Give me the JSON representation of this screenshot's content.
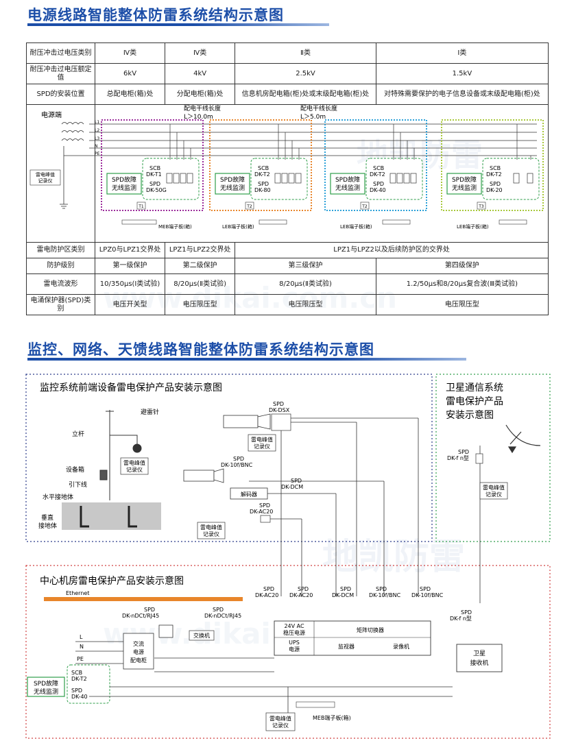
{
  "section1": {
    "title": "电源线路智能整体防雷系统结构示意图",
    "table": {
      "rows": [
        {
          "header": "耐压冲击过电压类别",
          "cells": [
            "Ⅳ类",
            "Ⅳ类",
            "Ⅱ类",
            "Ⅰ类"
          ]
        },
        {
          "header": "耐压冲击过电压额定值",
          "cells": [
            "6kV",
            "4kV",
            "2.5kV",
            "1.5kV"
          ]
        },
        {
          "header": "SPD的安装位置",
          "cells": [
            "总配电柜(箱)处",
            "分配电柜(箱)处",
            "信息机房配电箱(柜)处或末级配电箱(柜)处",
            "对特殊需要保护的电子信息设备或末级配电箱(柜)处"
          ]
        }
      ],
      "bottom_rows": [
        {
          "header": "雷电防护区类别",
          "cells": [
            "LPZ0与LPZ1交界处",
            "LPZ1与LPZ2交界处",
            "LPZ1与LPZ2以及后续防护区的交界处"
          ]
        },
        {
          "header": "防护级别",
          "cells": [
            "第一级保护",
            "第二级保护",
            "第三级保护",
            "第四级保护"
          ]
        },
        {
          "header": "雷电流波形",
          "cells": [
            "10/350μs(Ⅰ类试验)",
            "8/20μs(Ⅱ类试验)",
            "8/20μs(Ⅱ类试验)",
            "1.2/50μs和8/20μs复合波(Ⅲ类试验)"
          ]
        },
        {
          "header": "电涌保护器(SPD)类别",
          "cells": [
            "电压开关型",
            "电压限压型",
            "电压限压型",
            "电压限压型"
          ]
        }
      ]
    },
    "diagram": {
      "power_end": "电源端",
      "lines": [
        "L1",
        "L2",
        "L3",
        "N",
        "PE"
      ],
      "recorder": "雷电峰值记录仪",
      "length1": "配电干线长度 L＞10.0m",
      "length2": "配电干线长度 L＞5.0m",
      "monitor": "SPD故障无线监测",
      "scb": "SCB",
      "spd": "SPD",
      "panels": [
        {
          "scb_model": "DK-T1",
          "spd_model": "DK-50G",
          "tag": "T1",
          "board": "MEB端子板(箱)"
        },
        {
          "scb_model": "DK-T2",
          "spd_model": "DK-80",
          "tag": "T2",
          "board": "LEB端子板(箱)"
        },
        {
          "scb_model": "DK-T2",
          "spd_model": "DK-40",
          "tag": "T2",
          "board": "LEB端子板(箱)"
        },
        {
          "scb_model": "DK-T2",
          "spd_model": "DK-20",
          "tag": "T3",
          "board": "LEB端子板(箱)"
        }
      ]
    }
  },
  "section2": {
    "title": "监控、网络、天馈线路智能整体防雷系统结构示意图",
    "front": {
      "title": "监控系统前端设备雷电保护产品安装示意图",
      "lightning_rod": "避雷针",
      "pole": "立杆",
      "equipment_box": "设备箱",
      "down_lead": "引下线",
      "horizontal_ground": "水平接地体",
      "vertical_ground": "垂直接地体",
      "recorder": "雷电峰值记录仪",
      "spd_dsx": "SPD DK-DSX",
      "spd_bnc": "SPD DK-10f/BNC",
      "spd_dcm": "SPD DK-DCM",
      "spd_ac20": "SPD DK-AC20",
      "decoder": "解码器"
    },
    "satellite": {
      "title": "卫星通信系统雷电保护产品安装示意图",
      "spd": "SPD DK-f n型",
      "recorder": "雷电峰值记录仪"
    },
    "room": {
      "title": "中心机房雷电保护产品安装示意图",
      "ethernet": "Ethernet",
      "spd_rj45": "SPD DK-nDCt/RJ45",
      "switch": "交换机",
      "ac_cabinet": "交流电源配电柜",
      "lines": [
        "L",
        "N",
        "PE"
      ],
      "monitor": "SPD故障无线监测",
      "scb": "SCB DK-T2",
      "spd_dk40": "SPD DK-40",
      "top_spds": [
        "SPD DK-AC20",
        "SPD DK-AC20",
        "SPD DK-DCM",
        "SPD DK-10f/BNC",
        "SPD DK-10f/BNC"
      ],
      "regulator": "24V AC 稳压电源",
      "ups": "UPS 电源",
      "matrix": "矩阵切换器",
      "monitor_screen": "监视器",
      "recorder_dev": "录像机",
      "spd_fn": "SPD DK-f n型",
      "satellite_receiver": "卫星接收机",
      "meb": "MEB端子板(箱)",
      "recorder": "雷电峰值记录仪"
    }
  },
  "watermark": {
    "cn": "地凯防雷",
    "url": "www.dikai.com.cn"
  },
  "colors": {
    "title_blue": "#1c4ea8",
    "purple": "#9b2b9b",
    "orange": "#e8852a",
    "cyan": "#2aa0d8",
    "yellow_green": "#a8c83a",
    "green": "#2e9e4a",
    "red_dot": "#d04040"
  }
}
